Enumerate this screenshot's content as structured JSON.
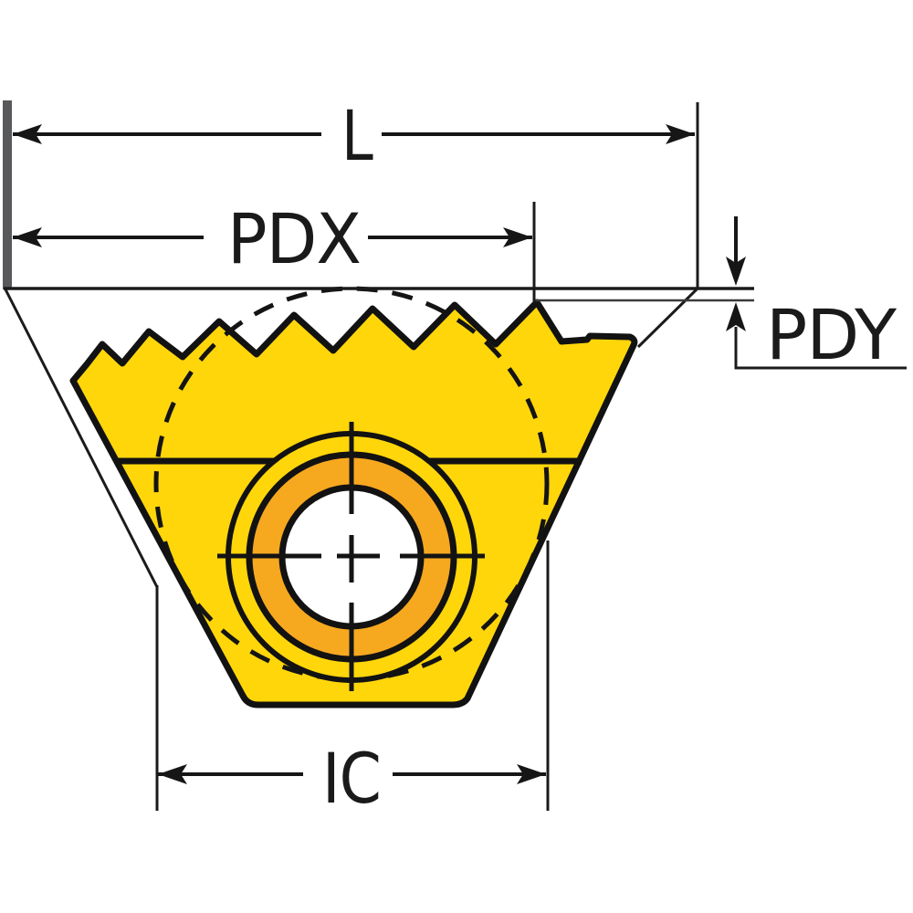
{
  "drawing": {
    "type": "technical-dimension-drawing",
    "subject": "trapezoidal threading insert with serrated crest and center bore"
  },
  "labels": {
    "l": "L",
    "pdx": "PDX",
    "pdy": "PDY",
    "ic": "IC"
  },
  "colors": {
    "insert_yellow": "#FFD60A",
    "bore_ring_orange": "#F6A81F",
    "hole_white": "#FFFFFF",
    "outline_black": "#111111",
    "datum_gray": "#58595B",
    "background": "#FFFFFF"
  }
}
